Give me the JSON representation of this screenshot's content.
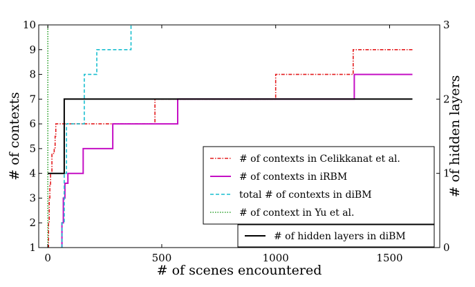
{
  "chart_data": {
    "type": "line",
    "xlabel": "# of scenes encountered",
    "ylabel_left": "# of contexts",
    "ylabel_right": "# of hidden layers",
    "xlim": [
      -40,
      1720
    ],
    "ylim_left": [
      1,
      10
    ],
    "ylim_right": [
      0,
      3
    ],
    "x_ticks": [
      0,
      500,
      1000,
      1500
    ],
    "y_ticks_left": [
      1,
      2,
      3,
      4,
      5,
      6,
      7,
      8,
      9,
      10
    ],
    "y_ticks_right": [
      0,
      1,
      2,
      3
    ],
    "grid": false,
    "series": [
      {
        "name": "# of contexts in Celikkanat et al.",
        "axis": "left",
        "color": "#e31a1c",
        "style": "dashdot",
        "x": [
          0,
          3,
          3,
          6,
          6,
          9,
          9,
          12,
          12,
          18,
          18,
          28,
          28,
          32,
          32,
          35,
          35,
          470,
          470,
          1000,
          1000,
          1340,
          1340,
          1600
        ],
        "y": [
          1,
          1,
          2,
          2,
          3,
          3,
          3.5,
          3.5,
          4,
          4,
          4.8,
          4.8,
          5,
          5,
          5.5,
          5.5,
          6,
          6,
          7,
          7,
          8,
          8,
          9,
          9
        ]
      },
      {
        "name": "# of contexts in iRBM",
        "axis": "left",
        "color": "#c40ec4",
        "style": "solid",
        "x": [
          62,
          62,
          68,
          68,
          75,
          75,
          88,
          88,
          155,
          155,
          285,
          285,
          570,
          570,
          1345,
          1345,
          1600
        ],
        "y": [
          1,
          2,
          2,
          3,
          3,
          3.6,
          3.6,
          4,
          4,
          5,
          5,
          6,
          6,
          7,
          7,
          8,
          8
        ]
      },
      {
        "name": "total # of contexts in diBM",
        "axis": "left",
        "color": "#17becf",
        "style": "dashed",
        "x": [
          62,
          62,
          72,
          72,
          82,
          82,
          160,
          160,
          215,
          215,
          365,
          365
        ],
        "y": [
          1,
          2,
          2,
          4,
          4,
          6,
          6,
          8,
          8,
          9,
          9,
          10
        ]
      },
      {
        "name": "# of context in Yu et al.",
        "axis": "left",
        "color": "#2ca02c",
        "style": "dotted",
        "x": [
          0,
          0
        ],
        "y": [
          1,
          10
        ]
      },
      {
        "name": "# of hidden layers in diBM",
        "axis": "right",
        "color": "#000000",
        "style": "solid",
        "x": [
          0,
          72,
          72,
          1600
        ],
        "y": [
          1,
          1,
          2,
          2
        ]
      }
    ],
    "legend_main": [
      "# of contexts in Celikkanat et al.",
      "# of contexts in iRBM",
      "total # of contexts in diBM",
      "# of context in Yu et al."
    ],
    "legend_secondary": [
      "# of hidden layers in diBM"
    ],
    "legend_placement": "bottom-right"
  }
}
